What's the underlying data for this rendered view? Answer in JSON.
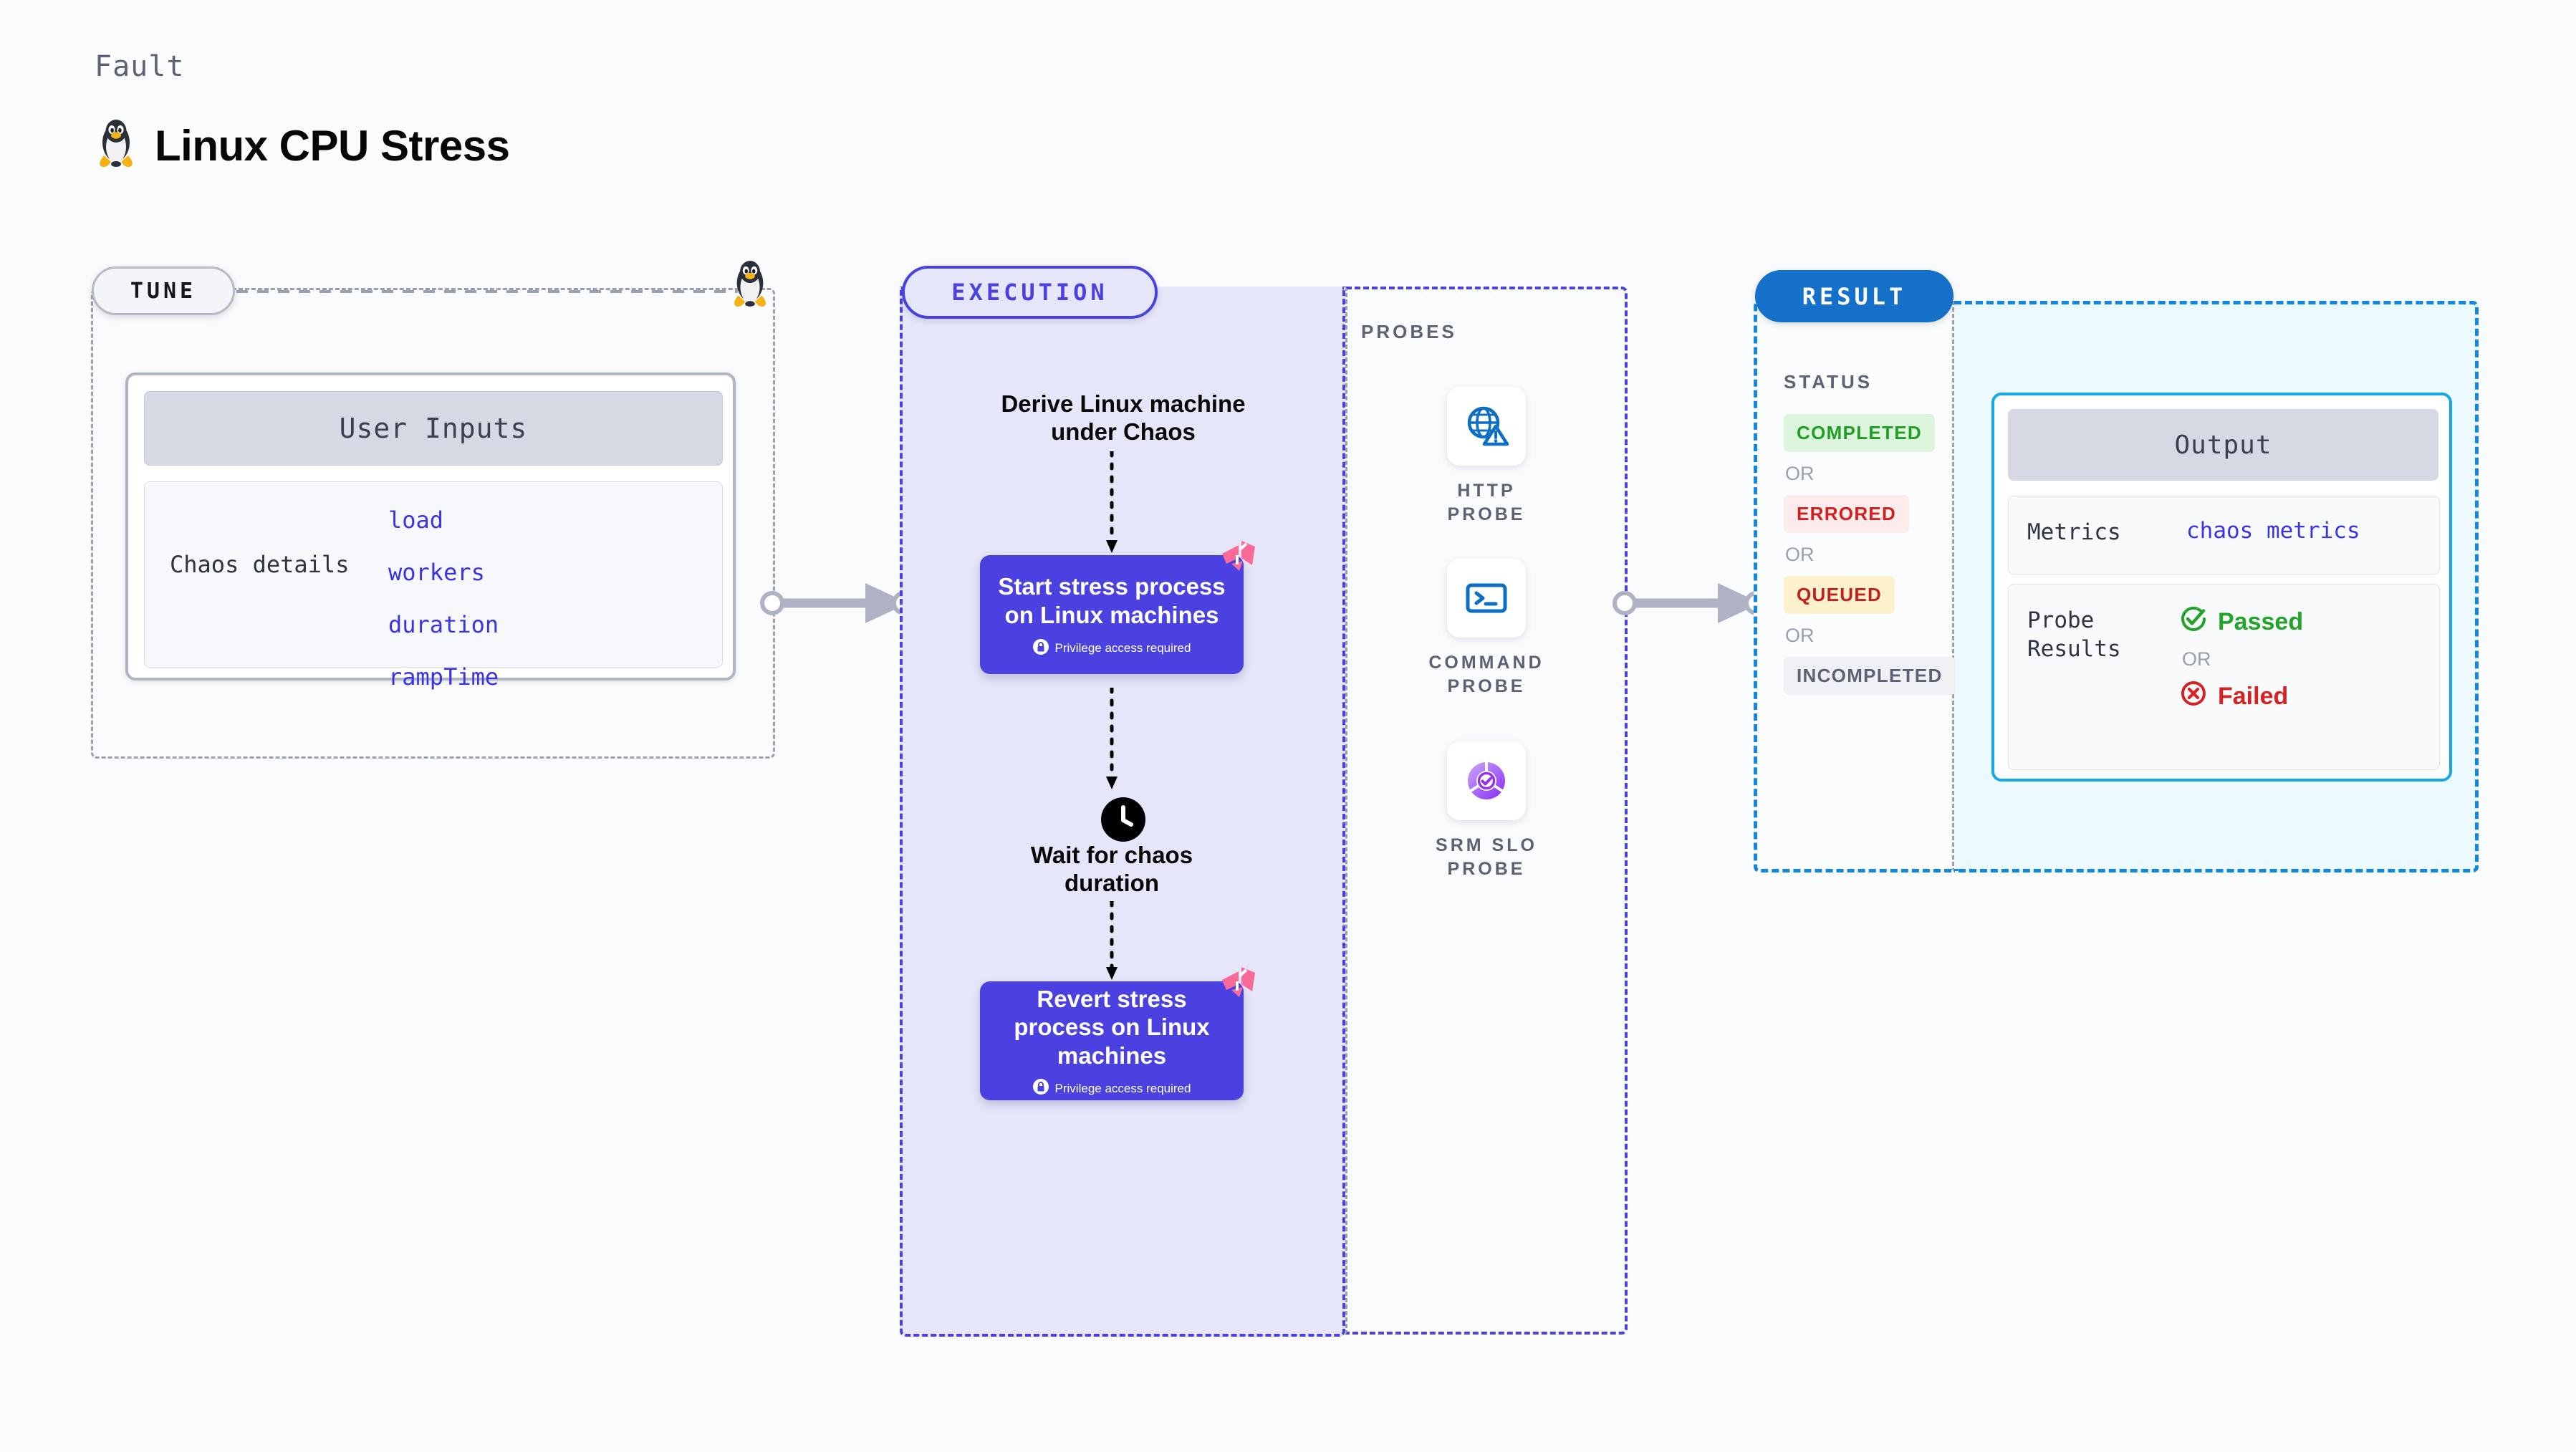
{
  "header": {
    "eyebrow": "Fault",
    "title": "Linux CPU Stress",
    "icon": "linux-tux-icon"
  },
  "tune": {
    "pill_label": "TUNE",
    "card_title": "User Inputs",
    "detail_label": "Chaos details",
    "detail_values": [
      "load",
      "workers",
      "duration",
      "rampTime"
    ],
    "corner_icon": "linux-tux-icon"
  },
  "execution": {
    "pill_label": "EXECUTION",
    "derive_text": "Derive Linux machine under Chaos",
    "steps": [
      {
        "title": "Start stress process on Linux machines",
        "privilege_note": "Privilege access required",
        "badge_icon": "chaos-logo-icon",
        "lock_icon": "lock-icon"
      },
      {
        "title": "Revert stress process on Linux machines",
        "privilege_note": "Privilege access required",
        "badge_icon": "chaos-logo-icon",
        "lock_icon": "lock-icon"
      }
    ],
    "wait_node": {
      "icon": "clock-icon",
      "text": "Wait for chaos duration"
    }
  },
  "probes": {
    "label": "PROBES",
    "items": [
      {
        "caption": "HTTP PROBE",
        "icon": "globe-warning-icon"
      },
      {
        "caption": "COMMAND PROBE",
        "icon": "terminal-icon"
      },
      {
        "caption": "SRM SLO PROBE",
        "icon": "slo-donut-check-icon"
      }
    ]
  },
  "result": {
    "pill_label": "RESULT",
    "status_label": "STATUS",
    "or_label": "OR",
    "statuses": [
      {
        "label": "COMPLETED",
        "color": "#1f9e25",
        "bg": "#ddf5dc"
      },
      {
        "label": "ERRORED",
        "color": "#d12020",
        "bg": "#fdecec"
      },
      {
        "label": "QUEUED",
        "color": "#c21f1f",
        "bg": "#fcf0cd"
      },
      {
        "label": "INCOMPLETED",
        "color": "#5c6273",
        "bg": "#f0f1f6"
      }
    ],
    "output": {
      "title": "Output",
      "metrics_key": "Metrics",
      "metrics_value": "chaos metrics",
      "probe_results_key": "Probe Results",
      "passed_label": "Passed",
      "failed_label": "Failed",
      "or_label": "OR",
      "passed_icon": "check-circle-icon",
      "failed_icon": "x-circle-icon"
    }
  },
  "colors": {
    "accent_purple": "#4a41e0",
    "accent_blue": "#1470c8",
    "accent_cyan": "#17a8e8",
    "chaos_pink": "#fa6a99",
    "passed_green": "#22a42a",
    "failed_red": "#d82222",
    "muted_gray": "#5c6273"
  }
}
